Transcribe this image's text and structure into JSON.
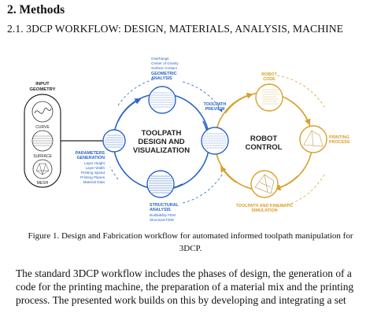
{
  "section": {
    "heading": "2. Methods",
    "subheading": "2.1. 3DCP WORKFLOW: DESIGN, MATERIALS, ANALYSIS, MACHINE"
  },
  "figure": {
    "input_geometry": {
      "title_line1": "INPUT",
      "title_line2": "GEOMETRY",
      "items": [
        "CURVE",
        "SURFACE",
        "MESH"
      ]
    },
    "parameters": {
      "title_line1": "PARAMETERS",
      "title_line2": "GENERATION",
      "items": [
        "Layer Height",
        "Layer Width",
        "Printing Speed",
        "Printing Planes",
        "Material Data"
      ]
    },
    "geometric": {
      "items": [
        "Overhangs",
        "Center of Gravity",
        "Surface Contact"
      ],
      "title_line1": "GEOMETRIC",
      "title_line2": "ANALYSIS"
    },
    "structural": {
      "title_line1": "STRUCTURAL",
      "title_line2": "ANALYSIS",
      "items": [
        "Buildability FEM",
        "Structural FEM"
      ]
    },
    "toolpath_center": {
      "line1": "TOOLPATH",
      "line2": "DESIGN AND",
      "line3": "VISUALIZATION"
    },
    "toolpath_preview": {
      "line1": "TOOLPATH",
      "line2": "PREVIEW"
    },
    "robot_control": {
      "line1": "ROBOT",
      "line2": "CONTROL"
    },
    "robot_code": {
      "line1": "ROBOT",
      "line2": "CODE"
    },
    "printing_process": {
      "line1": "PRINTING",
      "line2": "PROCESS"
    },
    "simulation": {
      "line1": "TOOLPATH AND KINEMATIC",
      "line2": "SIMULATION"
    },
    "colors": {
      "blue": "#2a64c4",
      "orange": "#d9a028"
    }
  },
  "caption": {
    "line1": "Figure 1. Design and Fabrication workflow for automated informed toolpath manipulation for",
    "line2": "3DCP."
  },
  "body": {
    "line1": "The standard 3DCP workflow includes the phases of design, the generation of a",
    "line2": "code for the printing machine, the preparation of a material mix and the printing",
    "line3": "process.  The presented work builds on this by developing and integrating a set"
  }
}
